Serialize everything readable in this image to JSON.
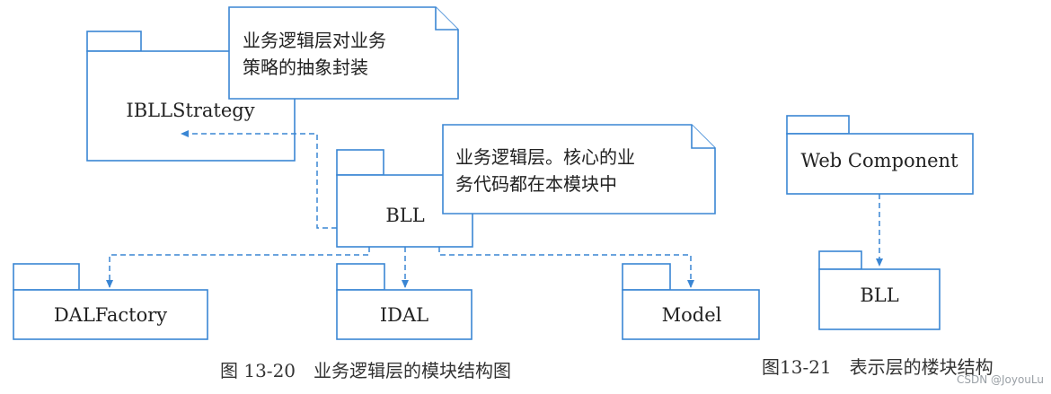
{
  "fig_left": {
    "packages": {
      "ibll": "IBLLStrategy",
      "bll": "BLL",
      "dalfactory": "DALFactory",
      "idal": "IDAL",
      "model": "Model"
    },
    "notes": {
      "strategy": [
        "业务逻辑层对业务",
        "策略的抽象封装"
      ],
      "core": [
        "业务逻辑层。核心的业",
        "务代码都在本模块中"
      ]
    },
    "caption": "图 13-20　业务逻辑层的模块结构图"
  },
  "fig_right": {
    "packages": {
      "web": "Web Component",
      "bll": "BLL"
    },
    "caption": "图13-21　表示层的楼块结构"
  },
  "watermark": "CSDN @JoyouLu",
  "colors": {
    "line": "#3a86d4",
    "text": "#222222"
  }
}
